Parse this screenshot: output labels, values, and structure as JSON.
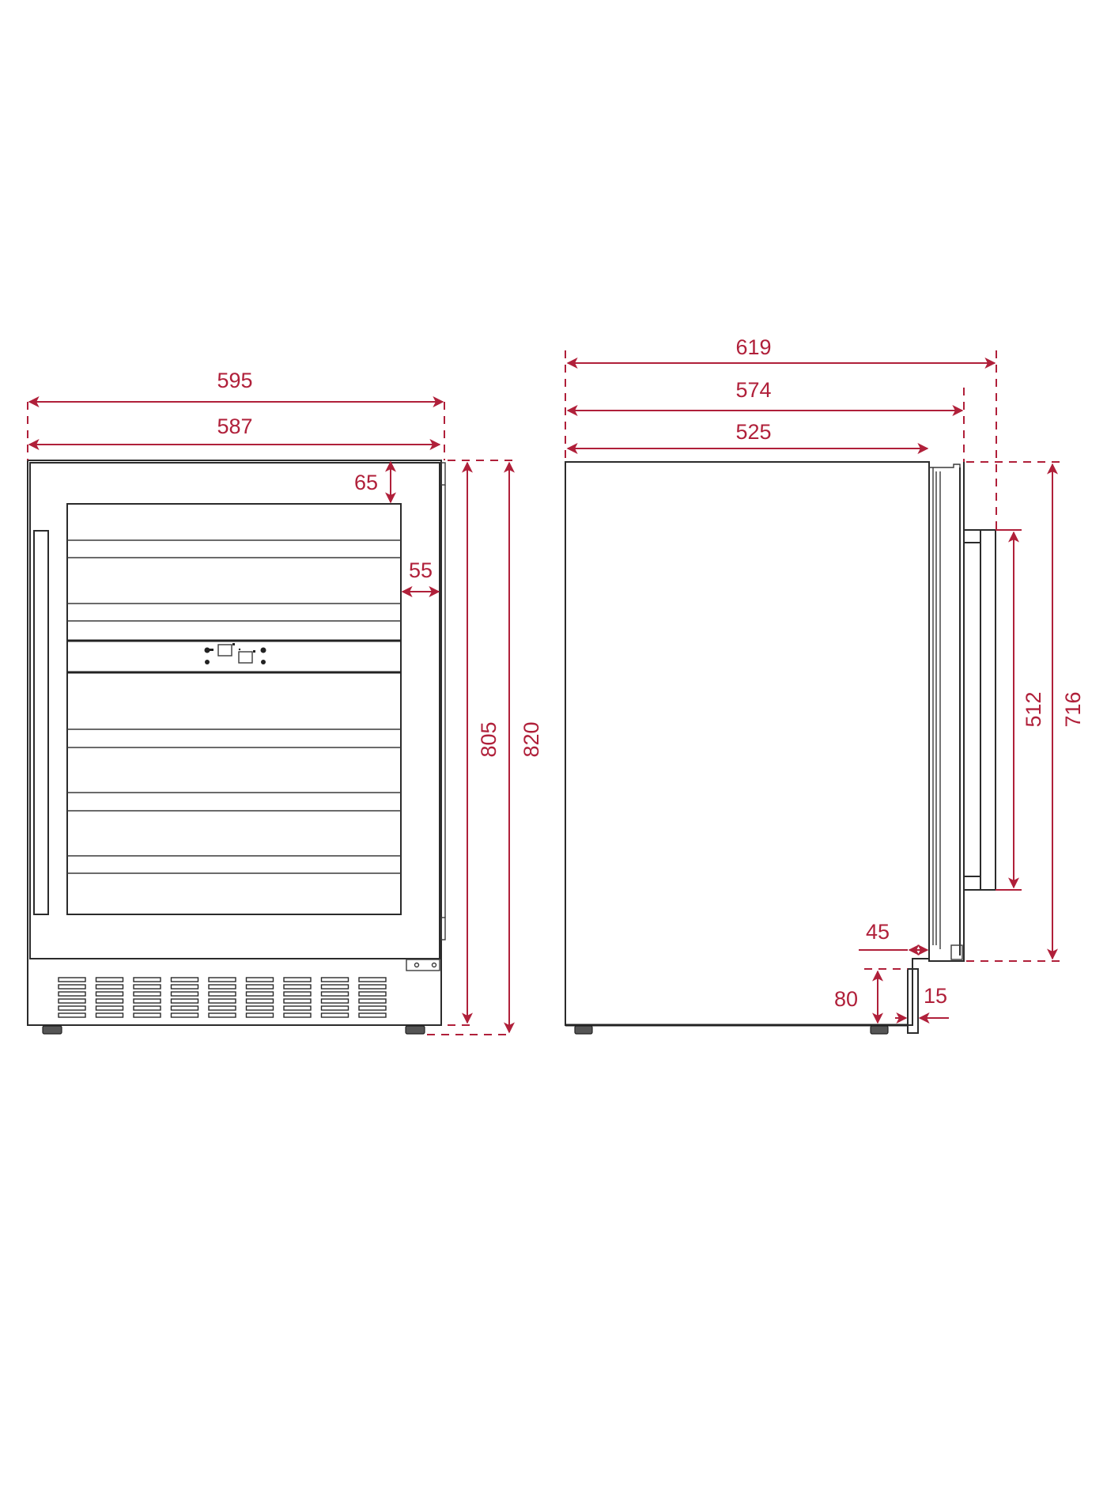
{
  "diagram": {
    "type": "technical-dimension-drawing",
    "subject": "under-counter wine cooler",
    "units": "mm",
    "colors": {
      "dimension": "#b0203a",
      "outline": "#2b2b2b",
      "background": "#ffffff"
    },
    "front_view": {
      "dimensions": {
        "overall_width": "595",
        "body_width": "587",
        "glass_top_margin": "65",
        "glass_side_margin": "55",
        "body_height": "805",
        "overall_height": "820"
      },
      "features": [
        "full-glass door",
        "vertical bar handle",
        "control panel with two displays",
        "9 vent grilles x 6 slots",
        "2 front feet"
      ]
    },
    "side_view": {
      "dimensions": {
        "depth_with_handle": "619",
        "depth_with_door": "574",
        "cabinet_depth": "525",
        "handle_length": "512",
        "door_height": "716",
        "plinth_recess": "45",
        "plinth_height": "80",
        "plinth_thickness": "15"
      }
    }
  }
}
